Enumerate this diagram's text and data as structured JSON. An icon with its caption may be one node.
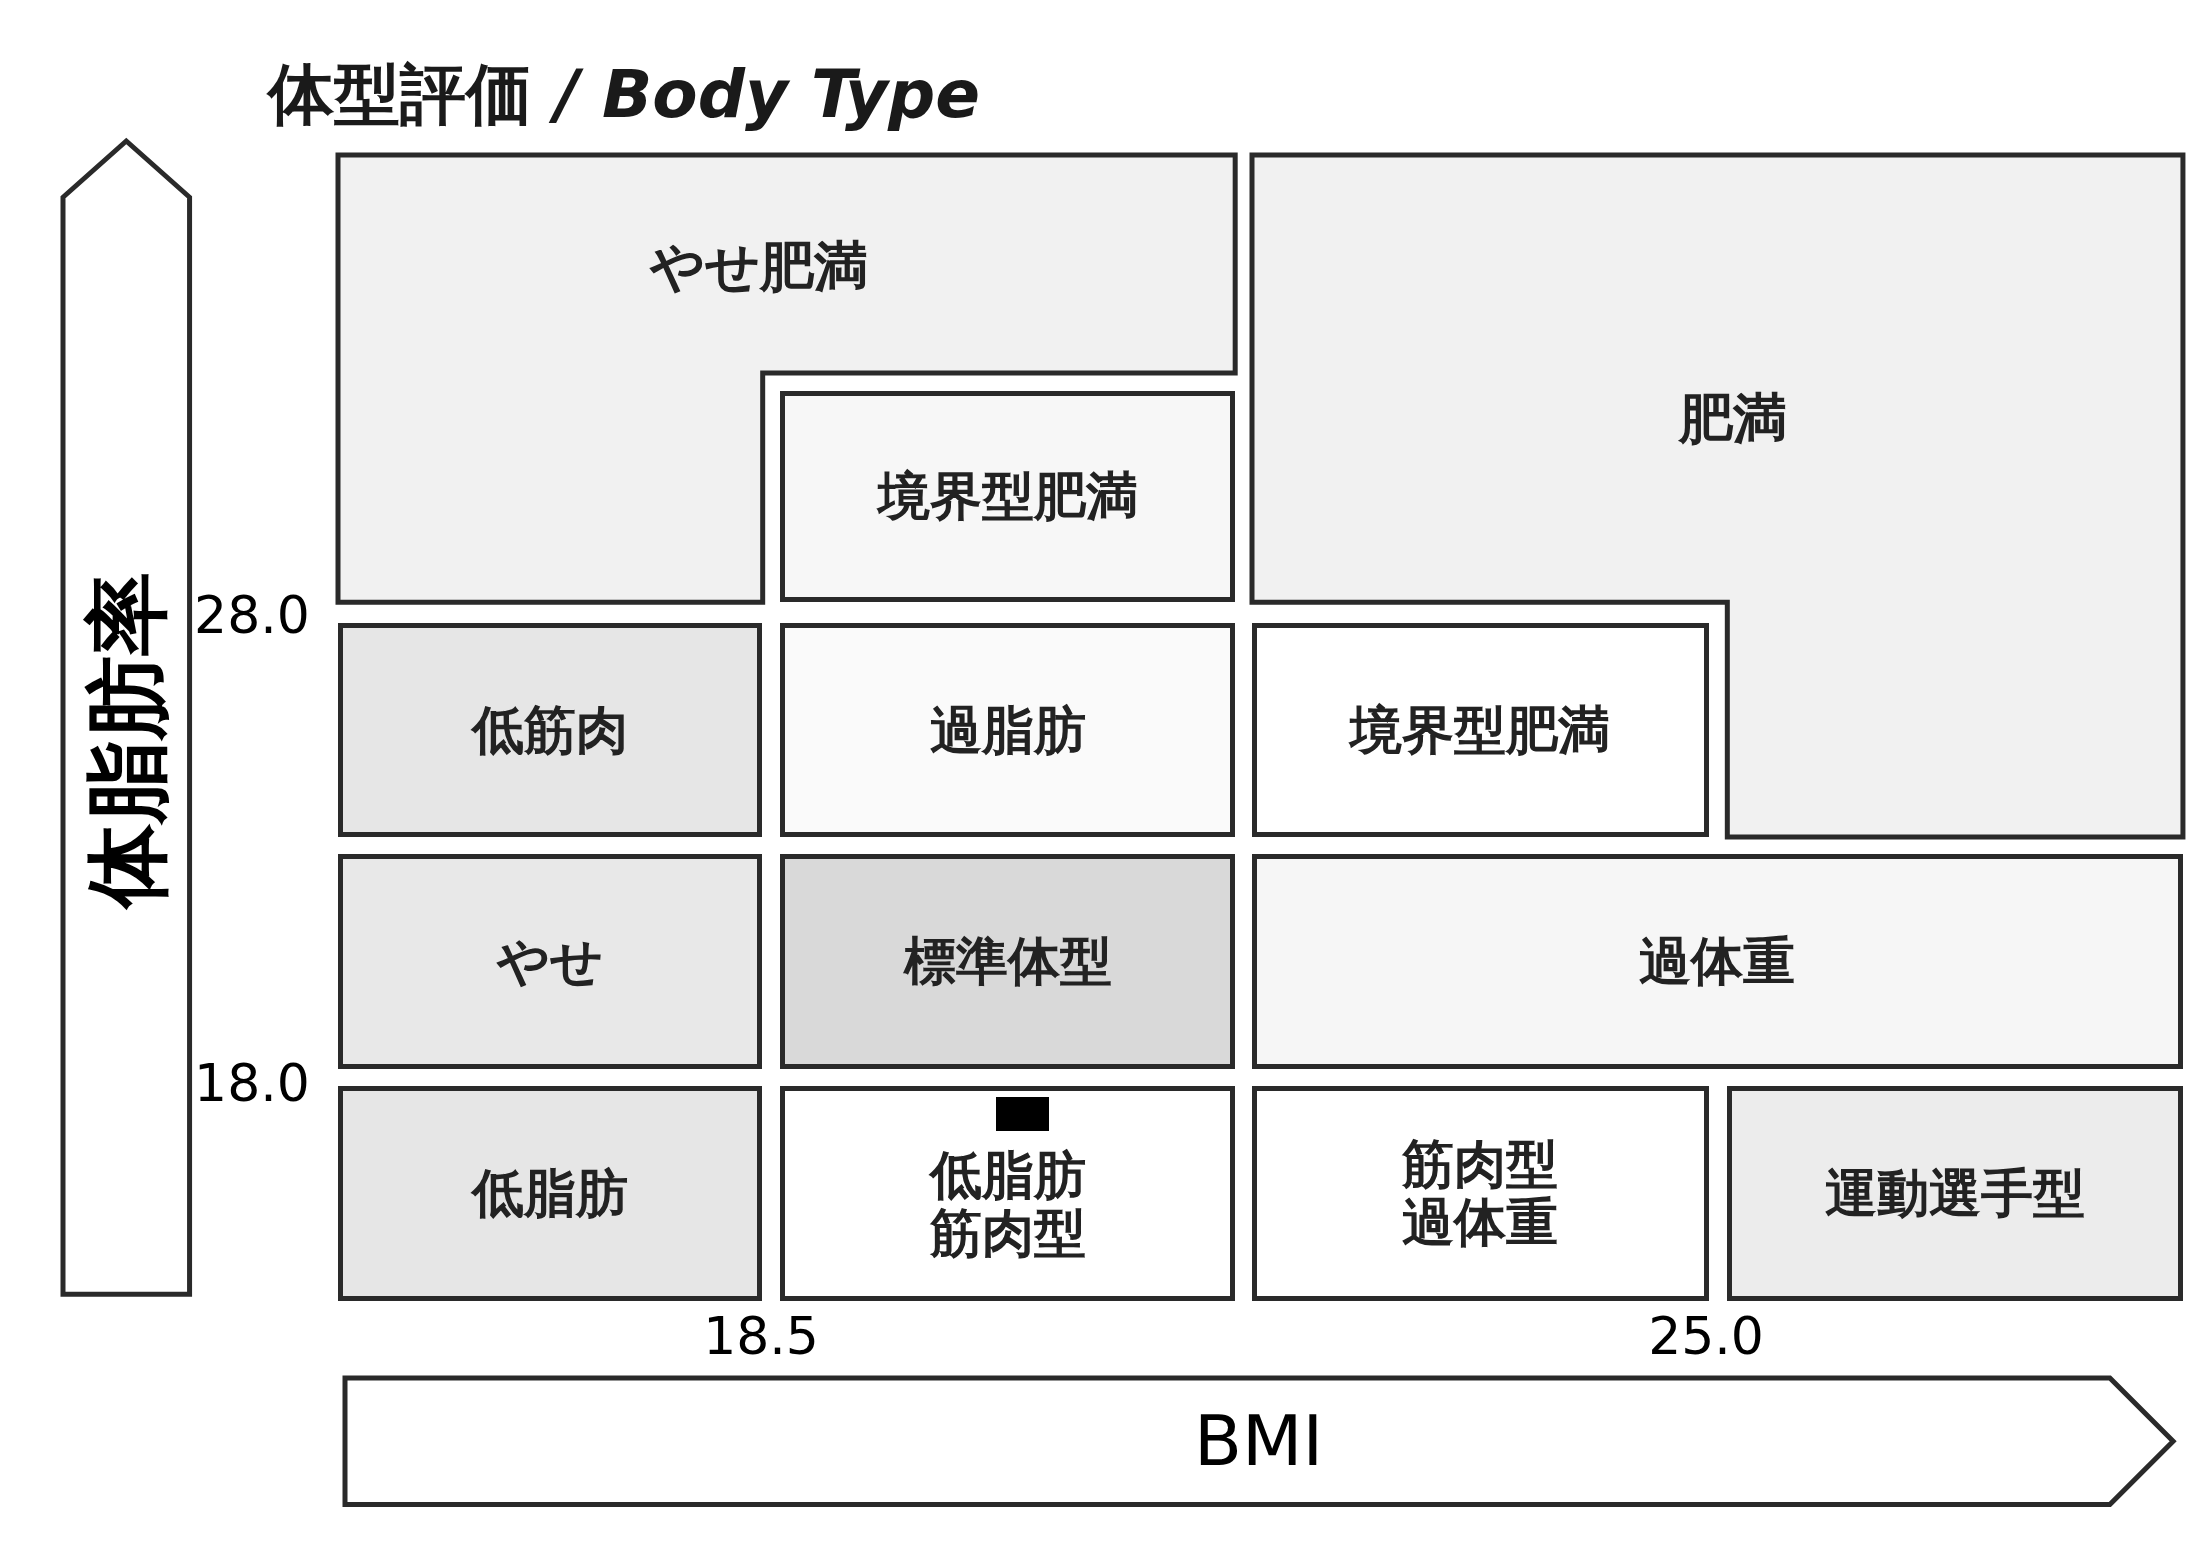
{
  "diagram": {
    "title": "体型評価 */ Body Type*",
    "nodes": [
      {
        "text": [
          "やせ肥満"
        ]
      },
      {
        "text": [
          "肥満"
        ]
      },
      {
        "text": [
          "境界型肥満"
        ]
      },
      {
        "text": [
          "低筋肉"
        ]
      },
      {
        "text": [
          "過脂肪"
        ]
      },
      {
        "text": [
          "境界型肥満"
        ]
      },
      {
        "text": [
          "やせ"
        ]
      },
      {
        "text": [
          "標準体型"
        ]
      },
      {
        "text": [
          "過体重"
        ]
      },
      {
        "text": [
          "低脂肪"
        ]
      },
      {
        "text": [
          "低脂肪筋肉型"
        ]
      },
      {
        "text": [
          "筋肉型過体重"
        ]
      },
      {
        "text": [
          "運動選手型"
        ]
      },
      {
        "text": [
          "体脂肪率"
        ]
      },
      {
        "text": [
          "BMI"
        ]
      }
    ],
    "labels": [
      "28.0",
      "18.0",
      "18.5",
      "25.0"
    ]
  }
}
